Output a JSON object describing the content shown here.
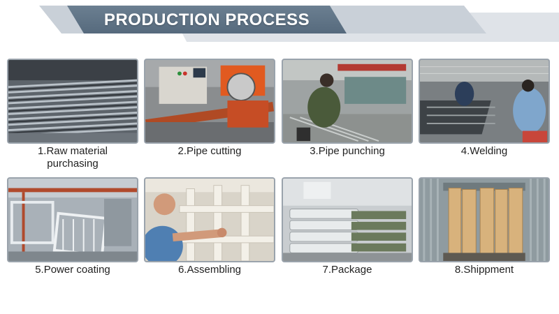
{
  "header": {
    "title": "PRODUCTION PROCESS"
  },
  "steps": [
    {
      "label": "1.Raw material",
      "label2": "purchasing",
      "icon": "steel-pipes-photo"
    },
    {
      "label": "2.Pipe cutting",
      "label2": "",
      "icon": "cutting-machine-photo"
    },
    {
      "label": "3.Pipe punching",
      "label2": "",
      "icon": "punching-worker-photo"
    },
    {
      "label": "4.Welding",
      "label2": "",
      "icon": "welding-workers-photo"
    },
    {
      "label": "5.Power coating",
      "label2": "",
      "icon": "powder-coating-line-photo"
    },
    {
      "label": "6.Assembling",
      "label2": "",
      "icon": "assembling-worker-photo"
    },
    {
      "label": "7.Package",
      "label2": "",
      "icon": "packaged-bundles-photo"
    },
    {
      "label": "8.Shippment",
      "label2": "",
      "icon": "container-shipment-photo"
    }
  ],
  "colors": {
    "banner_dark": "#5f7386",
    "banner_light": "#dfe3e8",
    "frame": "#9aa3ac"
  }
}
